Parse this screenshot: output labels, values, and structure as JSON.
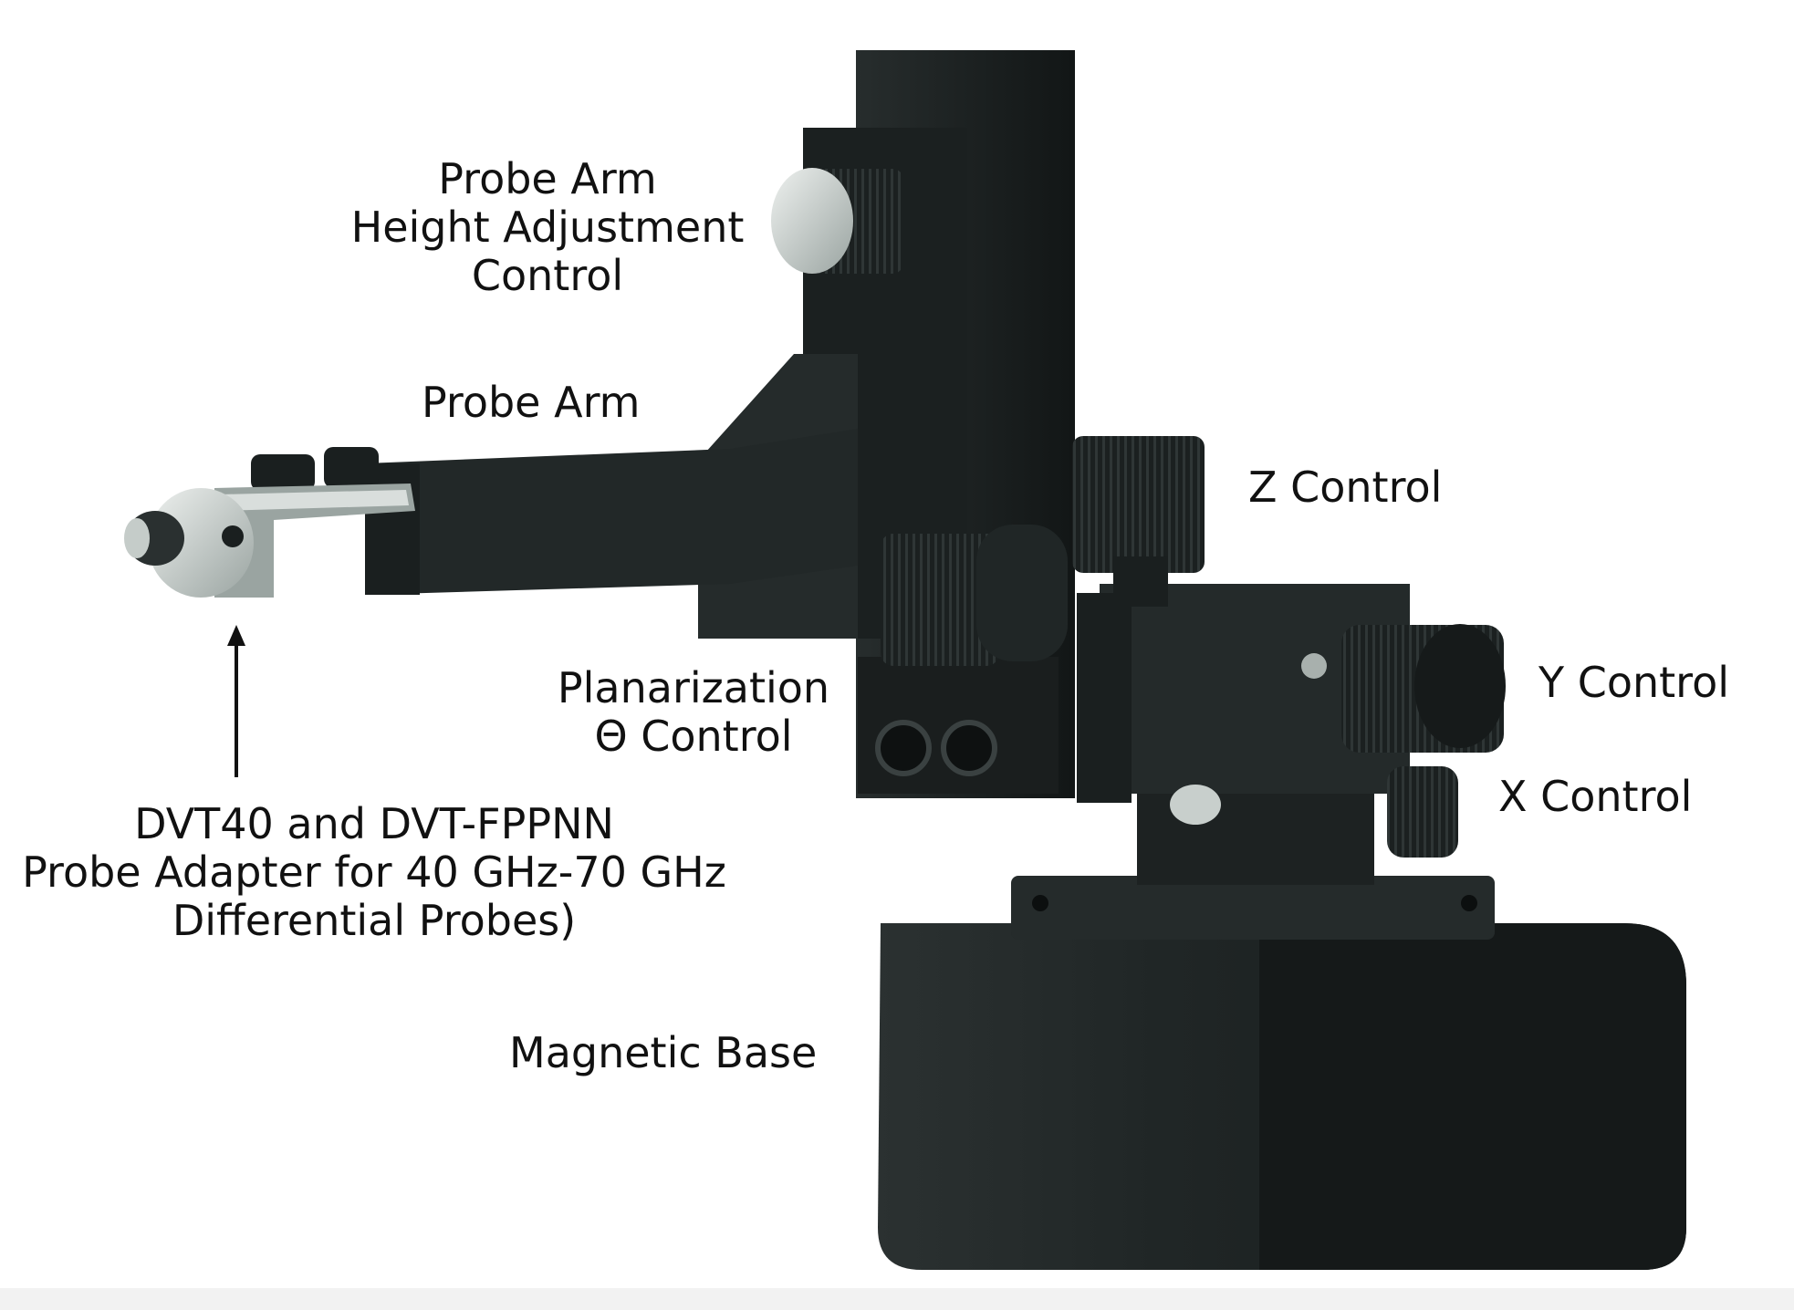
{
  "labels": {
    "height_adjust": [
      "Probe Arm",
      "Height Adjustment",
      "Control"
    ],
    "probe_arm": "Probe Arm",
    "z_control": "Z Control",
    "y_control": "Y Control",
    "x_control": "X Control",
    "planarization": [
      "Planarization",
      "Θ Control"
    ],
    "adapter": [
      "DVT40 and DVT-FPPNN",
      "Probe Adapter for 40 GHz-70 GHz",
      "Differential Probes)"
    ],
    "magnetic_base": "Magnetic Base"
  },
  "colors": {
    "body": "#1f2424",
    "body_dark": "#0f1212",
    "body_light": "#3a4141",
    "knob_silver": "#c9cfcc",
    "tip_silver": "#aeb7b4"
  }
}
